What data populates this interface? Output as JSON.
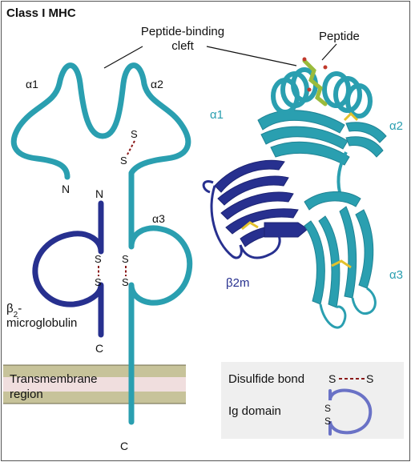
{
  "title": "Class I MHC",
  "colors": {
    "teal": "#2a9fb0",
    "teal_dark": "#1f8394",
    "navy": "#27308f",
    "navy_dark": "#1c2373",
    "disulfide": "#8b1a1a",
    "membrane_outer": "#c7c39a",
    "membrane_inner": "#f0dede",
    "legend_bg": "#efefef",
    "peptide_green": "#9abb3c",
    "cys_yellow": "#e3c12c"
  },
  "labels": {
    "cleft": [
      "Peptide-binding",
      "cleft"
    ],
    "peptide": "Peptide",
    "alpha1": "α1",
    "alpha2": "α2",
    "alpha3": "α3",
    "n_heavy": "N",
    "n_b2m": "N",
    "c_b2m": "C",
    "c_heavy": "C",
    "s": "S",
    "b2m_line1": "β",
    "b2m_sub": "2",
    "b2m_dash": "-",
    "b2m_line2": "microglobulin",
    "tm_line1": "Transmembrane",
    "tm_line2": "region",
    "struct_alpha1": "α1",
    "struct_alpha2": "α2",
    "struct_alpha3": "α3",
    "struct_b2m": "β2m"
  },
  "legend": {
    "disulfide_label": "Disulfide bond",
    "ig_label": "Ig domain",
    "s": "S"
  }
}
